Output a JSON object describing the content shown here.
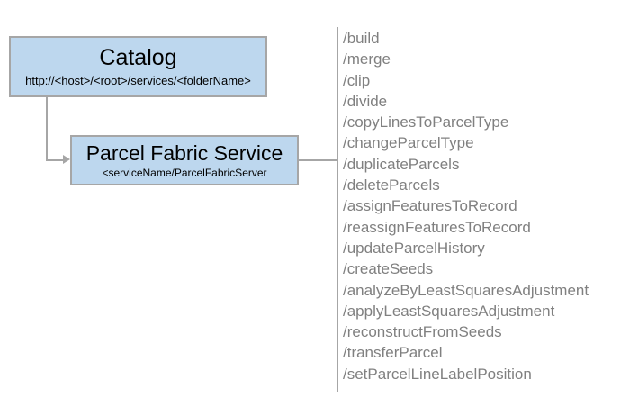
{
  "diagram": {
    "nodes": [
      {
        "title": "Catalog",
        "subtitle": "http://<host>/<root>/services/<folderName>"
      },
      {
        "title": "Parcel Fabric Service",
        "subtitle": "<serviceName/ParcelFabricServer"
      }
    ],
    "operations": [
      "/build",
      "/merge",
      "/clip",
      "/divide",
      "/copyLinesToParcelType",
      "/changeParcelType",
      "/duplicateParcels",
      "/deleteParcels",
      "/assignFeaturesToRecord",
      "/reassignFeaturesToRecord",
      "/updateParcelHistory",
      "/createSeeds",
      "/analyzeByLeastSquaresAdjustment",
      "/applyLeastSquaresAdjustment",
      "/reconstructFromSeeds",
      "/transferParcel",
      "/setParcelLineLabelPosition"
    ],
    "colors": {
      "node_fill": "#bdd7ee",
      "node_border": "#a6a6a6",
      "connector": "#a6a6a6",
      "operation_text": "#808080",
      "node_text": "#000000",
      "background": "#ffffff"
    }
  }
}
